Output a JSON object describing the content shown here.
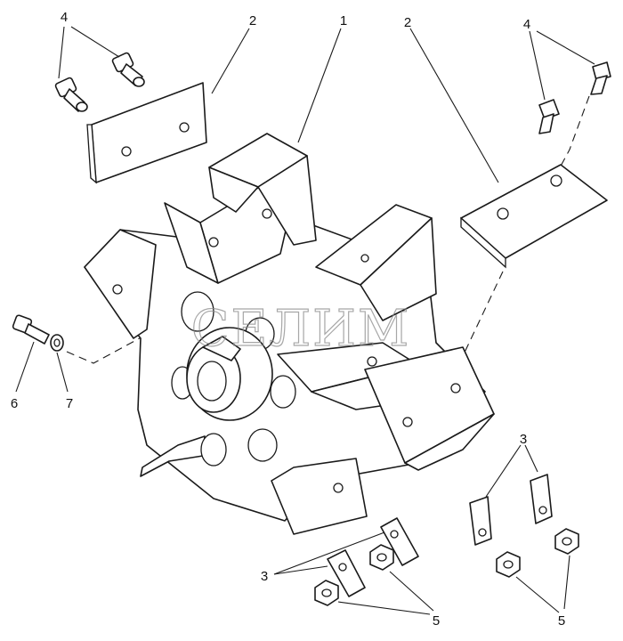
{
  "watermark": "СЕЛИМ",
  "callouts": [
    {
      "label": "1"
    },
    {
      "label": "2"
    },
    {
      "label": "2"
    },
    {
      "label": "3"
    },
    {
      "label": "3"
    },
    {
      "label": "4"
    },
    {
      "label": "4"
    },
    {
      "label": "5"
    },
    {
      "label": "5"
    },
    {
      "label": "6"
    },
    {
      "label": "7"
    }
  ]
}
